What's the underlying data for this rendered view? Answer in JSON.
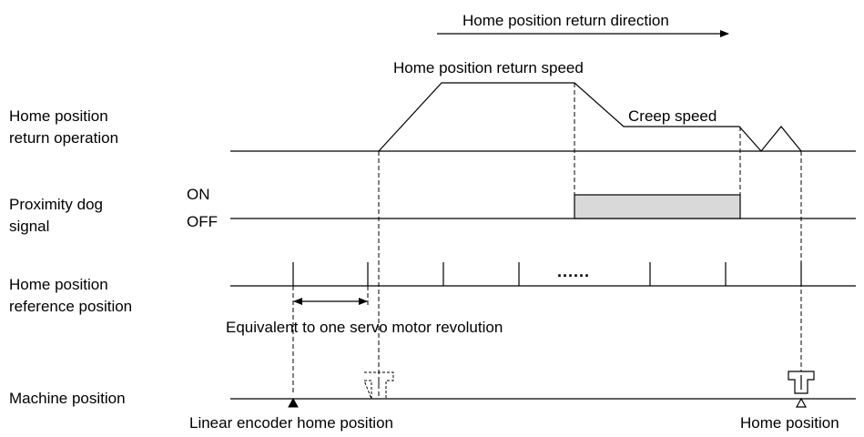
{
  "direction_label": "Home position return direction",
  "speed_label": "Home position return speed",
  "creep_label": "Creep speed",
  "rows": {
    "operation": {
      "line1": "Home position",
      "line2": "return operation"
    },
    "dog": {
      "line1": "Proximity dog",
      "line2": "signal",
      "on": "ON",
      "off": "OFF"
    },
    "reference": {
      "line1": "Home position",
      "line2": "reference position"
    },
    "machine": {
      "line1": "Machine position"
    }
  },
  "revolution_label": "Equivalent to one servo motor revolution",
  "ellipsis": "......",
  "encoder_home_label": "Linear encoder home position",
  "home_label": "Home position",
  "colors": {
    "line": "#000000",
    "dog_fill": "#d9d9d9"
  }
}
